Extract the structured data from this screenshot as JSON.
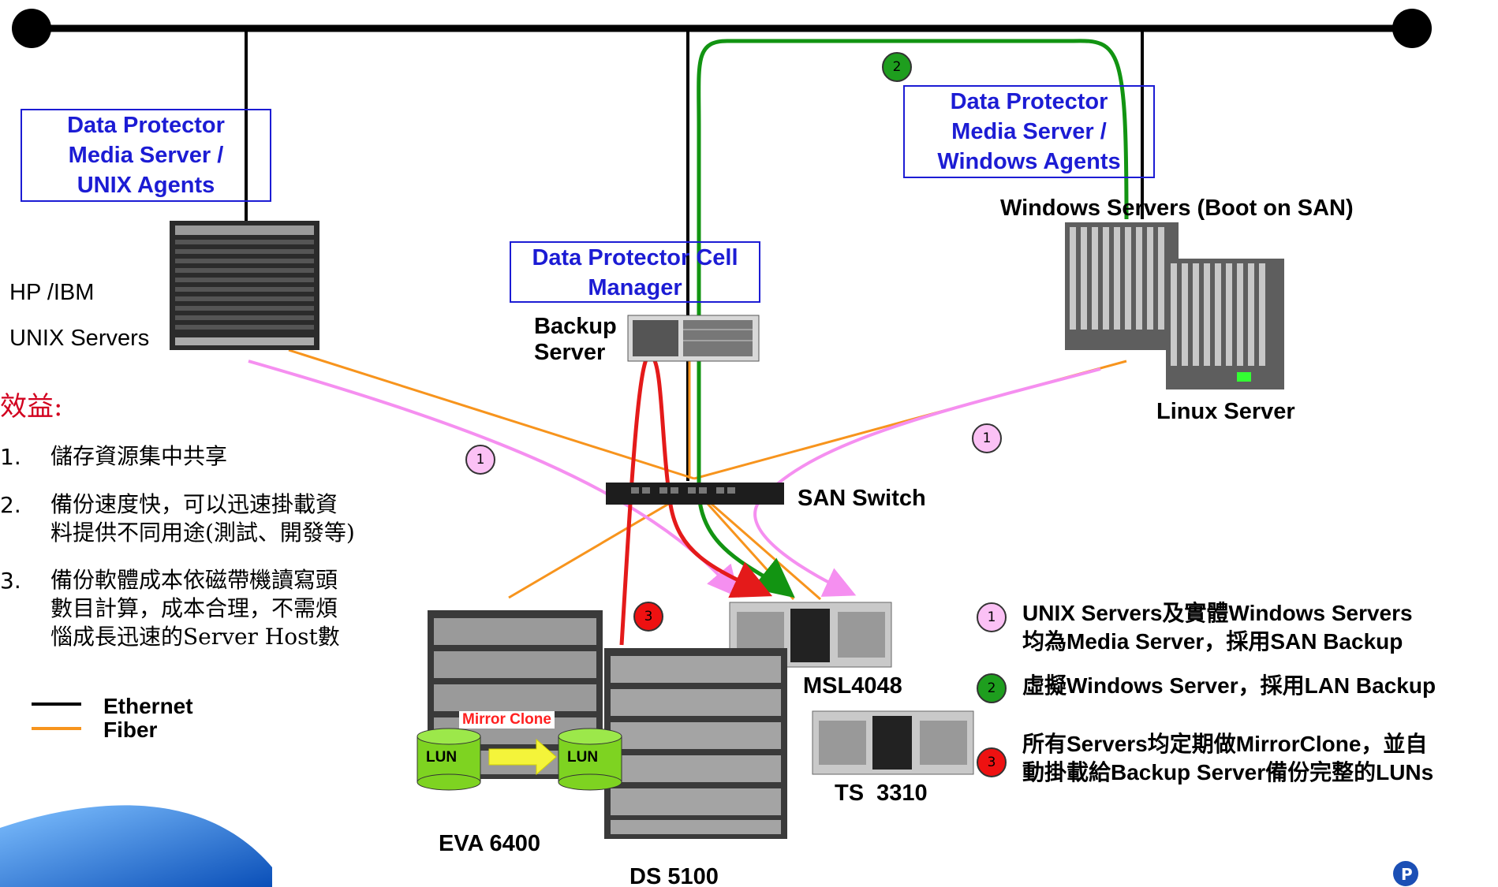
{
  "boxes": {
    "unix_media": [
      "Data Protector",
      "Media Server /",
      "UNIX Agents"
    ],
    "cell_manager": [
      "Data Protector Cell",
      "Manager"
    ],
    "windows_media": [
      "Data Protector",
      "Media Server /",
      "Windows Agents"
    ]
  },
  "devices": {
    "hp_ibm": "HP /IBM",
    "unix_servers": "UNIX Servers",
    "backup_server": [
      "Backup",
      "Server"
    ],
    "windows_servers": "Windows Servers (Boot on SAN)",
    "linux_server": "Linux Server",
    "san_switch": "SAN Switch",
    "msl": "MSL4048",
    "ts": "TS  3310",
    "eva": "EVA 6400",
    "ds": "DS 5100",
    "mirror_clone": "Mirror Clone",
    "lun_left": "LUN",
    "lun_right": "LUN"
  },
  "benefits": {
    "title": "效益:",
    "items": [
      {
        "num": "1.",
        "lines": [
          "儲存資源集中共享"
        ]
      },
      {
        "num": "2.",
        "lines": [
          "備份速度快，可以迅速掛載資",
          "料提供不同用途(測試、開發等)"
        ]
      },
      {
        "num": "3.",
        "lines": [
          "備份軟體成本依磁帶機讀寫頭",
          "數目計算，成本合理，不需煩",
          "惱成長迅速的Server Host數"
        ]
      }
    ]
  },
  "legend": {
    "ethernet": "Ethernet",
    "fiber": "Fiber"
  },
  "badges": {
    "one": "1",
    "two": "2",
    "three": "3"
  },
  "notes": [
    {
      "badge": "1",
      "lines": [
        "UNIX Servers及實體Windows Servers",
        "均為Media Server，採用SAN Backup"
      ]
    },
    {
      "badge": "2",
      "lines": [
        "虛擬Windows Server，採用LAN Backup"
      ]
    },
    {
      "badge": "3",
      "lines": [
        "所有Servers均定期做MirrorClone，並自",
        "動掛載給Backup Server備份完整的LUNs"
      ]
    }
  ],
  "colors": {
    "ethernet": "#000000",
    "fiber": "#f7941d",
    "pink_flow": "#f58ff0",
    "green_flow": "#129412",
    "red_flow": "#e41a1a",
    "box_blue": "#1c1cd4",
    "title_red": "#d2001e",
    "badge1": "#fbc1f5",
    "badge2": "#1e9e1e",
    "badge3": "#ee1111"
  }
}
